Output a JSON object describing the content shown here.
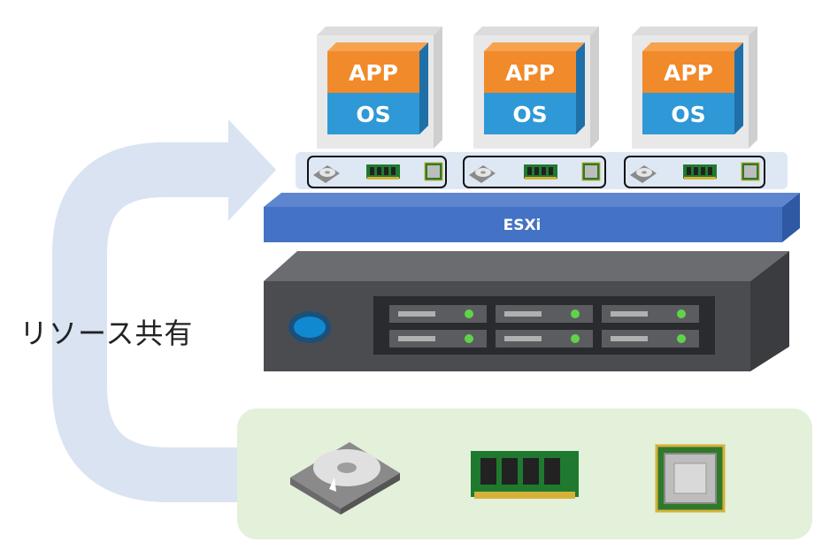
{
  "vms": [
    {
      "app_label": "APP",
      "os_label": "OS"
    },
    {
      "app_label": "APP",
      "os_label": "OS"
    },
    {
      "app_label": "APP",
      "os_label": "OS"
    }
  ],
  "hypervisor": {
    "label": "ESXi"
  },
  "resource_share": {
    "label": "リソース共有"
  },
  "colors": {
    "app": "#f08a2a",
    "os": "#2f98d6",
    "esxi": "#4472c4",
    "arrow": "#d9e3f2",
    "vm_hw_strip": "#dde8f4",
    "resource_pool": "#e3f0da",
    "server": "#4a4c50"
  },
  "icons": {
    "vm_hardware": [
      "hard-disk-icon",
      "memory-module-icon",
      "cpu-chip-icon"
    ],
    "physical_resources": [
      "hard-disk-icon",
      "memory-module-icon",
      "cpu-chip-icon"
    ]
  }
}
